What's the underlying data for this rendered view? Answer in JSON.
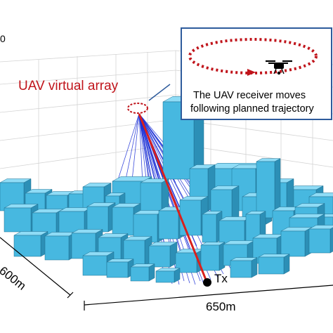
{
  "labels": {
    "uav_array": "UAV virtual array",
    "inset_line1": "The UAV receiver moves",
    "inset_line2": "following planned trajectory",
    "tx": "Tx",
    "x_dim": "650m",
    "y_dim": "600m",
    "corner_tick": "0"
  },
  "colors": {
    "building_face": "#47b8e0",
    "building_top": "#8fdcf6",
    "building_side": "#2c8fb6",
    "ray": "#1b2fd6",
    "los_ray": "#d9201c",
    "uav_array_text": "#c0141b",
    "trajectory": "#c0141b",
    "inset_border": "#2e5b9c",
    "grid": "#d4d4d4"
  },
  "icons": [
    "uav-drone-icon",
    "trajectory-arrow-icon",
    "tx-node-icon"
  ]
}
